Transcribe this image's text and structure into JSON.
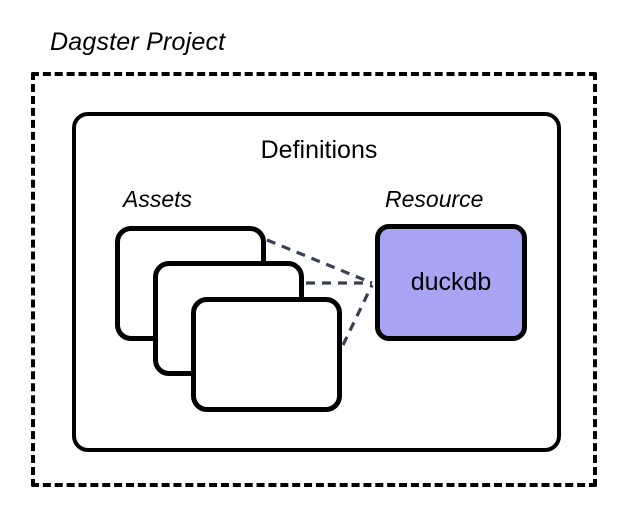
{
  "diagram": {
    "title": "Dagster Project",
    "boundary_name": "project-boundary",
    "definitions": {
      "title": "Definitions",
      "assets": {
        "title": "Assets",
        "cards": [
          {
            "label": ""
          },
          {
            "label": ""
          },
          {
            "label": ""
          }
        ]
      },
      "resource": {
        "title": "Resource",
        "name": "duckdb"
      }
    },
    "connections": [
      {
        "from": "asset-card-1",
        "to": "resource-box",
        "style": "dashed"
      },
      {
        "from": "asset-card-2",
        "to": "resource-box",
        "style": "dashed"
      },
      {
        "from": "asset-card-3",
        "to": "resource-box",
        "style": "dashed"
      }
    ],
    "colors": {
      "background": "#ffffff",
      "stroke": "#000000",
      "resource_fill": "#a8a4f4",
      "connector": "#3a3f52"
    }
  }
}
